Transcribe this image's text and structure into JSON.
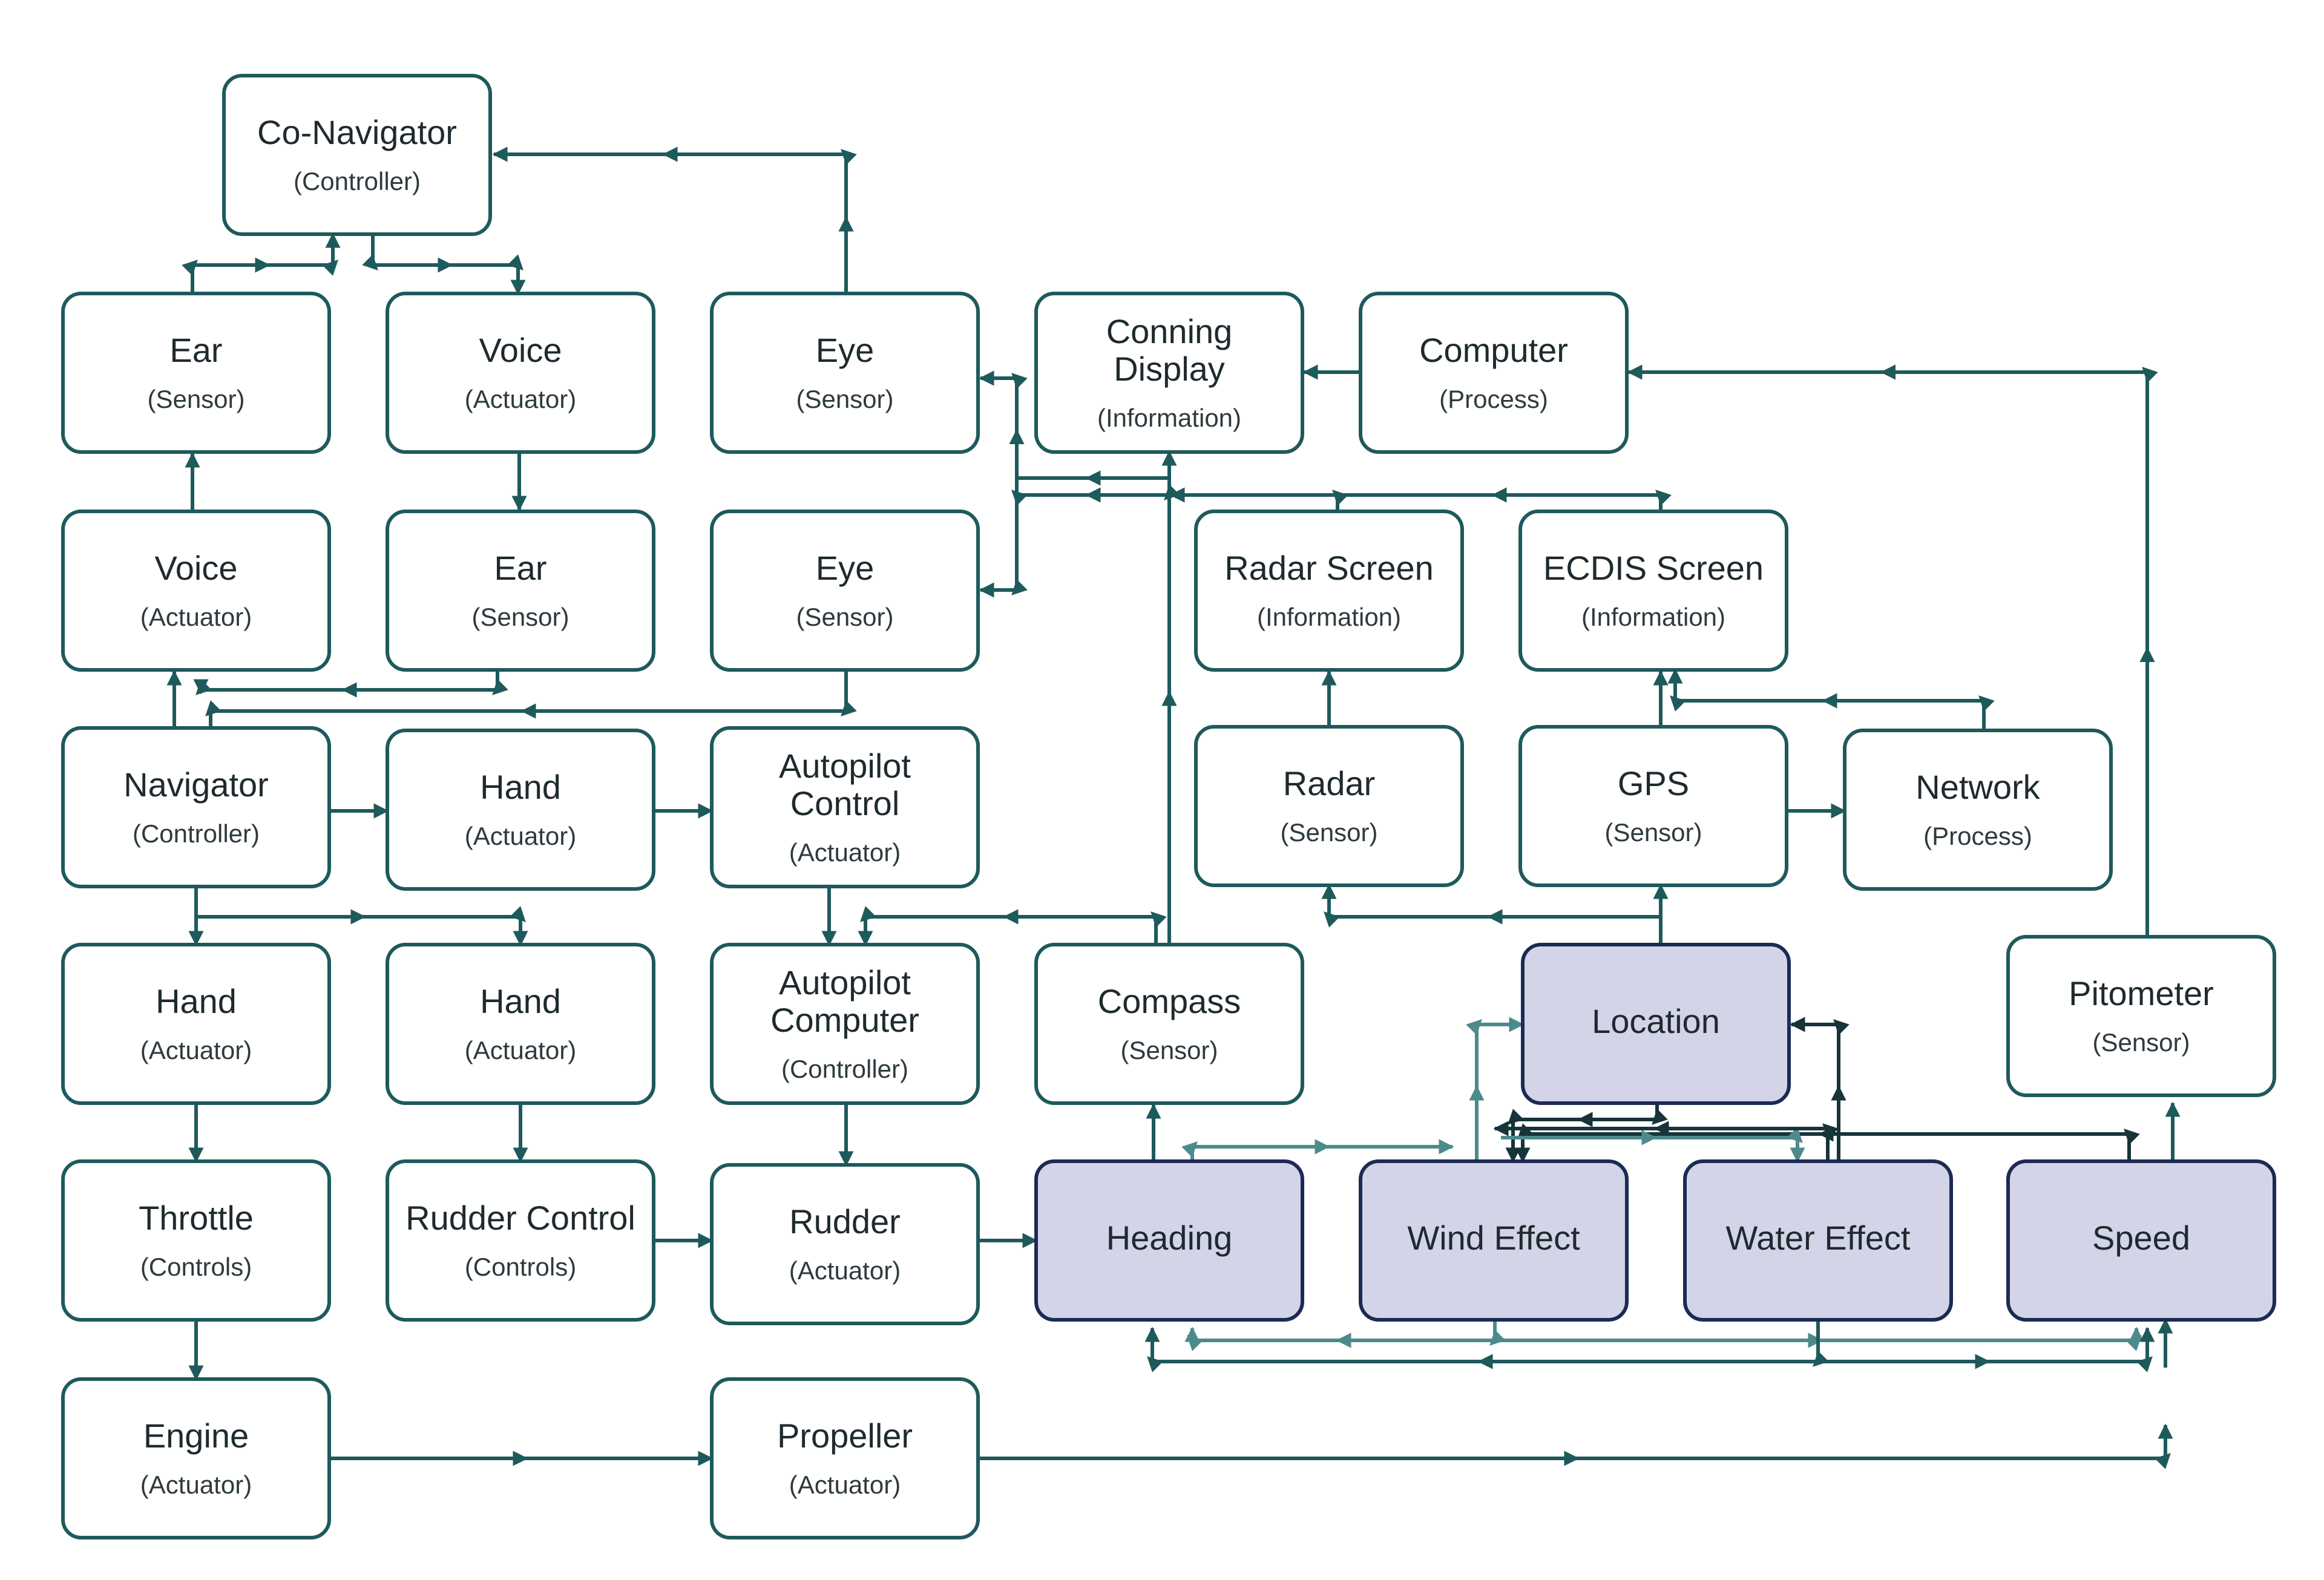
{
  "colors": {
    "stroke": "#1e5a5c",
    "highlight_fill": "#d3d4e8",
    "highlight_stroke": "#1c2a54",
    "arrow_light": "#4d8a8c",
    "arrow_dark": "#16343a"
  },
  "nodes": [
    {
      "id": "co-navigator",
      "title": "Co-Navigator",
      "subtitle": "(Controller)",
      "highlight": false
    },
    {
      "id": "ear-1",
      "title": "Ear",
      "subtitle": "(Sensor)",
      "highlight": false
    },
    {
      "id": "voice-1",
      "title": "Voice",
      "subtitle": "(Actuator)",
      "highlight": false
    },
    {
      "id": "eye-1",
      "title": "Eye",
      "subtitle": "(Sensor)",
      "highlight": false
    },
    {
      "id": "conning-display",
      "title": "Conning Display",
      "subtitle": "(Information)",
      "highlight": false
    },
    {
      "id": "computer",
      "title": "Computer",
      "subtitle": "(Process)",
      "highlight": false
    },
    {
      "id": "voice-2",
      "title": "Voice",
      "subtitle": "(Actuator)",
      "highlight": false
    },
    {
      "id": "ear-2",
      "title": "Ear",
      "subtitle": "(Sensor)",
      "highlight": false
    },
    {
      "id": "eye-2",
      "title": "Eye",
      "subtitle": "(Sensor)",
      "highlight": false
    },
    {
      "id": "radar-screen",
      "title": "Radar Screen",
      "subtitle": "(Information)",
      "highlight": false
    },
    {
      "id": "ecdis-screen",
      "title": "ECDIS Screen",
      "subtitle": "(Information)",
      "highlight": false
    },
    {
      "id": "navigator",
      "title": "Navigator",
      "subtitle": "(Controller)",
      "highlight": false
    },
    {
      "id": "hand-1",
      "title": "Hand",
      "subtitle": "(Actuator)",
      "highlight": false
    },
    {
      "id": "autopilot-control",
      "title": "Autopilot Control",
      "subtitle": "(Actuator)",
      "highlight": false
    },
    {
      "id": "radar",
      "title": "Radar",
      "subtitle": "(Sensor)",
      "highlight": false
    },
    {
      "id": "gps",
      "title": "GPS",
      "subtitle": "(Sensor)",
      "highlight": false
    },
    {
      "id": "network",
      "title": "Network",
      "subtitle": "(Process)",
      "highlight": false
    },
    {
      "id": "hand-2",
      "title": "Hand",
      "subtitle": "(Actuator)",
      "highlight": false
    },
    {
      "id": "hand-3",
      "title": "Hand",
      "subtitle": "(Actuator)",
      "highlight": false
    },
    {
      "id": "autopilot-computer",
      "title": "Autopilot Computer",
      "subtitle": "(Controller)",
      "highlight": false
    },
    {
      "id": "compass",
      "title": "Compass",
      "subtitle": "(Sensor)",
      "highlight": false
    },
    {
      "id": "location",
      "title": "Location",
      "subtitle": "",
      "highlight": true
    },
    {
      "id": "pitometer",
      "title": "Pitometer",
      "subtitle": "(Sensor)",
      "highlight": false
    },
    {
      "id": "throttle",
      "title": "Throttle",
      "subtitle": "(Controls)",
      "highlight": false
    },
    {
      "id": "rudder-control",
      "title": "Rudder Control",
      "subtitle": "(Controls)",
      "highlight": false
    },
    {
      "id": "rudder",
      "title": "Rudder",
      "subtitle": "(Actuator)",
      "highlight": false
    },
    {
      "id": "heading",
      "title": "Heading",
      "subtitle": "",
      "highlight": true
    },
    {
      "id": "wind-effect",
      "title": "Wind Effect",
      "subtitle": "",
      "highlight": true
    },
    {
      "id": "water-effect",
      "title": "Water Effect",
      "subtitle": "",
      "highlight": true
    },
    {
      "id": "speed",
      "title": "Speed",
      "subtitle": "",
      "highlight": true
    },
    {
      "id": "engine",
      "title": "Engine",
      "subtitle": "(Actuator)",
      "highlight": false
    },
    {
      "id": "propeller",
      "title": "Propeller",
      "subtitle": "(Actuator)",
      "highlight": false
    }
  ]
}
